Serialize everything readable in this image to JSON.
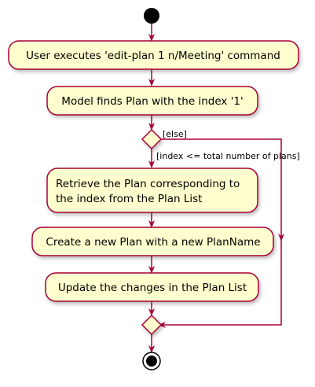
{
  "diagram": {
    "type": "activity",
    "colors": {
      "node_fill": "#FEFECE",
      "node_border": "#A80036",
      "arrow": "#A80036",
      "terminal": "#000000"
    },
    "nodes": {
      "user_executes": "User executes 'edit-plan 1 n/Meeting' command",
      "model_finds": "Model finds Plan with the index '1'",
      "retrieve_line1": "Retrieve the Plan corresponding to",
      "retrieve_line2": "the index from the Plan List",
      "create_plan": "Create a new Plan with a new PlanName",
      "update_changes": "Update the changes in the Plan List"
    },
    "guards": {
      "else": "[else]",
      "condition": "[index <= total number of plans]"
    }
  }
}
